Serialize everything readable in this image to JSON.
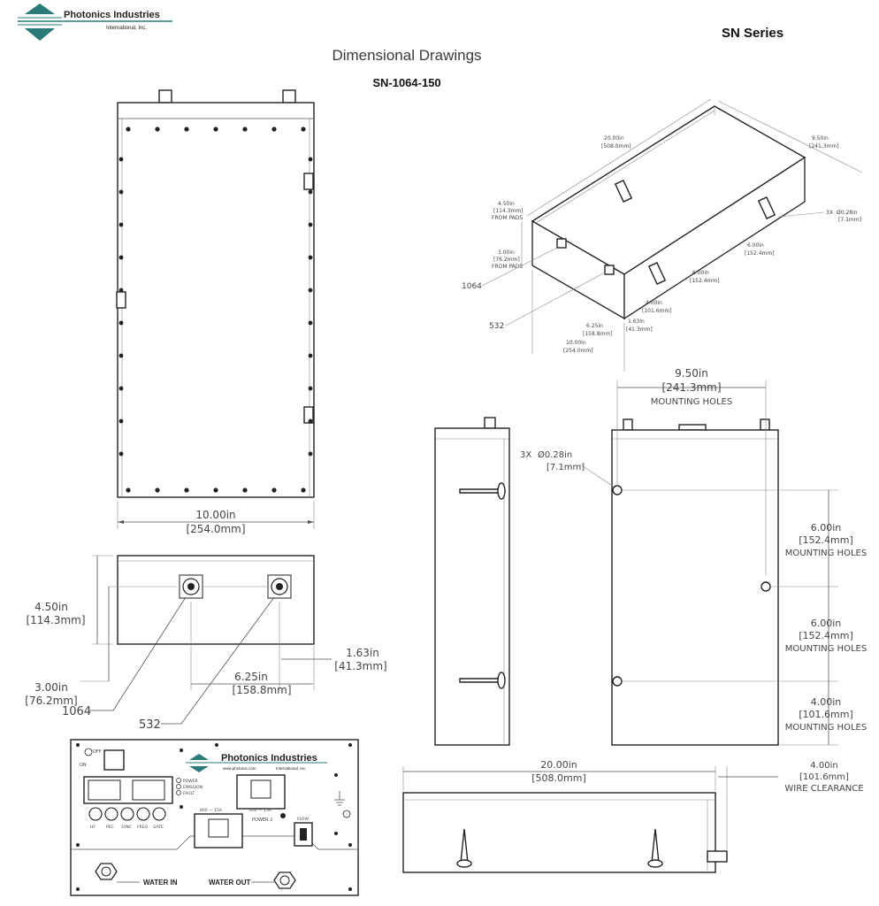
{
  "header": {
    "logo_text": "Photonics Industries",
    "logo_sub": "International, Inc.",
    "series": "SN Series",
    "section_title": "Dimensional Drawings",
    "model": "SN-1064-150"
  },
  "top_view": {
    "width_in": "10.00in",
    "width_mm": "[254.0mm]"
  },
  "front_view": {
    "height_in": "4.50in",
    "height_mm": "[114.3mm]",
    "port_height_in": "3.00in",
    "port_height_mm": "[76.2mm]",
    "port_spacing_in": "6.25in",
    "port_spacing_mm": "[158.8mm]",
    "edge_offset_in": "1.63in",
    "edge_offset_mm": "[41.3mm]",
    "port_1064": "1064",
    "port_532": "532"
  },
  "iso_view": {
    "length_in": "20.00in",
    "length_mm": "[508.0mm]",
    "width_in": "9.50in",
    "width_mm": "[241.3mm]",
    "height_in": "4.50in",
    "height_mm": "[114.3mm]",
    "from_pads": "FROM PADS",
    "port_in": "3.00in",
    "port_mm": "[76.2mm]",
    "holes": "3X",
    "hole_dia": "Ø0.28in",
    "hole_mm": "[7.1mm]",
    "hole_sp_in": "6.00in",
    "hole_sp_mm": "[152.4mm]",
    "hole_sp2_in": "6.00in",
    "hole_sp2_mm": "[152.4mm]",
    "back_in": "4.00in",
    "back_mm": "[101.6mm]",
    "edge_in": "1.63in",
    "edge_mm": "[41.3mm]",
    "sp_in": "6.25in",
    "sp_mm": "[158.8mm]",
    "w_in": "10.00in",
    "w_mm": "[254.0mm]",
    "port_1064": "1064",
    "port_532": "532"
  },
  "bottom_view": {
    "holes_label": "3X",
    "hole_dia": "Ø0.28in",
    "hole_mm": "[7.1mm]",
    "width_in": "9.50in",
    "width_mm": "[241.3mm]",
    "mounting_holes": "MOUNTING HOLES",
    "sp1_in": "6.00in",
    "sp1_mm": "[152.4mm]",
    "sp2_in": "6.00in",
    "sp2_mm": "[152.4mm]",
    "sp3_in": "4.00in",
    "sp3_mm": "[101.6mm]"
  },
  "side_long": {
    "length_in": "20.00in",
    "length_mm": "[508.0mm]",
    "clear_in": "4.00in",
    "clear_mm": "[101.6mm]",
    "wire_clearance": "WIRE CLEARANCE"
  },
  "panel": {
    "off": "OFF",
    "on": "ON",
    "logo_text": "Photonics Industries",
    "logo_web": "www.photonix.com",
    "logo_sub": "International, Inc.",
    "power": "POWER",
    "emission": "EMISSION",
    "fault": "FAULT",
    "knob1": "HF",
    "knob2": "PEC",
    "knob3": "SYNC",
    "knob4": "FREQ",
    "knob5": "GATE",
    "supply1": "80V — 15A",
    "supply2": "40V — 15A",
    "power2": "POWER 2",
    "flow": "FLOW",
    "water_in": "WATER IN",
    "water_out": "WATER OUT",
    "colors": {
      "logo_teal": "#2b7a78",
      "ink": "#222222"
    }
  }
}
